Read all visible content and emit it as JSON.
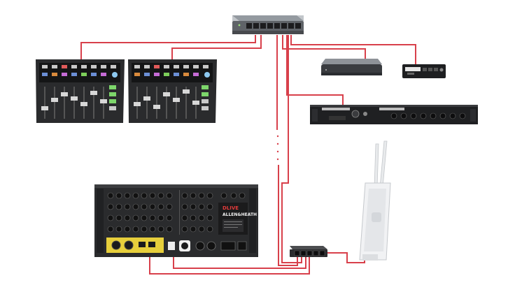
{
  "diagram": {
    "cable_color": "#d8404b",
    "devices": [
      {
        "id": "top-switch",
        "kind": "network-switch"
      },
      {
        "id": "controller-1",
        "kind": "fader-controller"
      },
      {
        "id": "controller-2",
        "kind": "fader-controller"
      },
      {
        "id": "mac-mini",
        "kind": "computer"
      },
      {
        "id": "usb-interface",
        "kind": "small-interface"
      },
      {
        "id": "rack-unit",
        "kind": "rack-interface"
      },
      {
        "id": "stagebox",
        "kind": "i-o-stagebox"
      },
      {
        "id": "wifi-ap",
        "kind": "wireless-access-point"
      },
      {
        "id": "bottom-switch",
        "kind": "network-switch"
      }
    ]
  },
  "stagebox": {
    "brand_dlive": "DLIVE",
    "brand_name": "ALLEN&HEATH"
  }
}
